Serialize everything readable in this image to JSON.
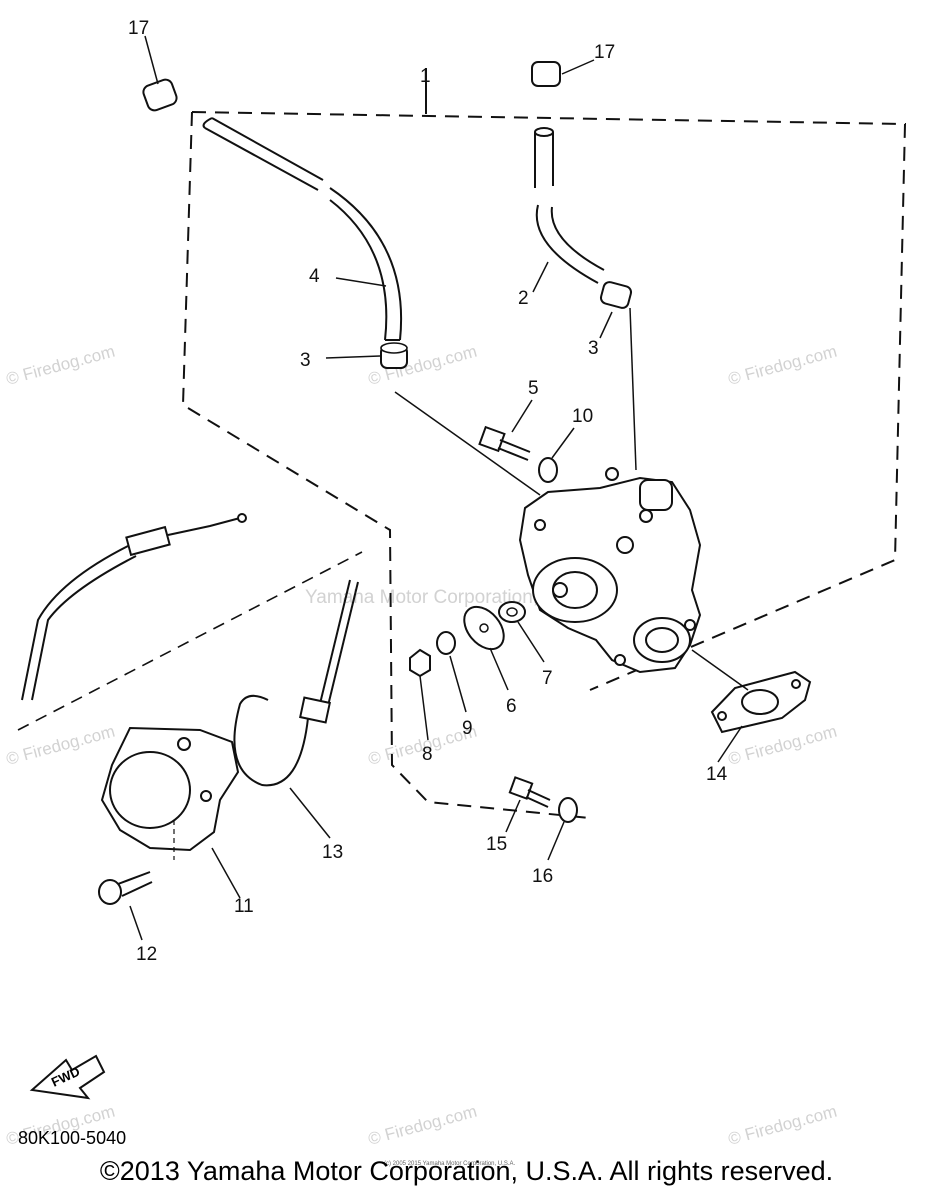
{
  "watermarks": {
    "firedog": "© Firedog.com",
    "yamaha": "Yamaha Motor Corporation, U.S.A."
  },
  "callouts": {
    "c1": "1",
    "c2": "2",
    "c3a": "3",
    "c3b": "3",
    "c4": "4",
    "c5": "5",
    "c6": "6",
    "c7": "7",
    "c8": "8",
    "c9": "9",
    "c10": "10",
    "c11": "11",
    "c12": "12",
    "c13": "13",
    "c14": "14",
    "c15": "15",
    "c16": "16",
    "c17a": "17",
    "c17b": "17"
  },
  "fwd_label": "FWD",
  "part_code": "80K100-5040",
  "copyright": "©2013 Yamaha Motor Corporation, U.S.A. All rights reserved.",
  "fine_print": "(c) 2005 2015 Yamaha Motor Corporation, U.S.A."
}
